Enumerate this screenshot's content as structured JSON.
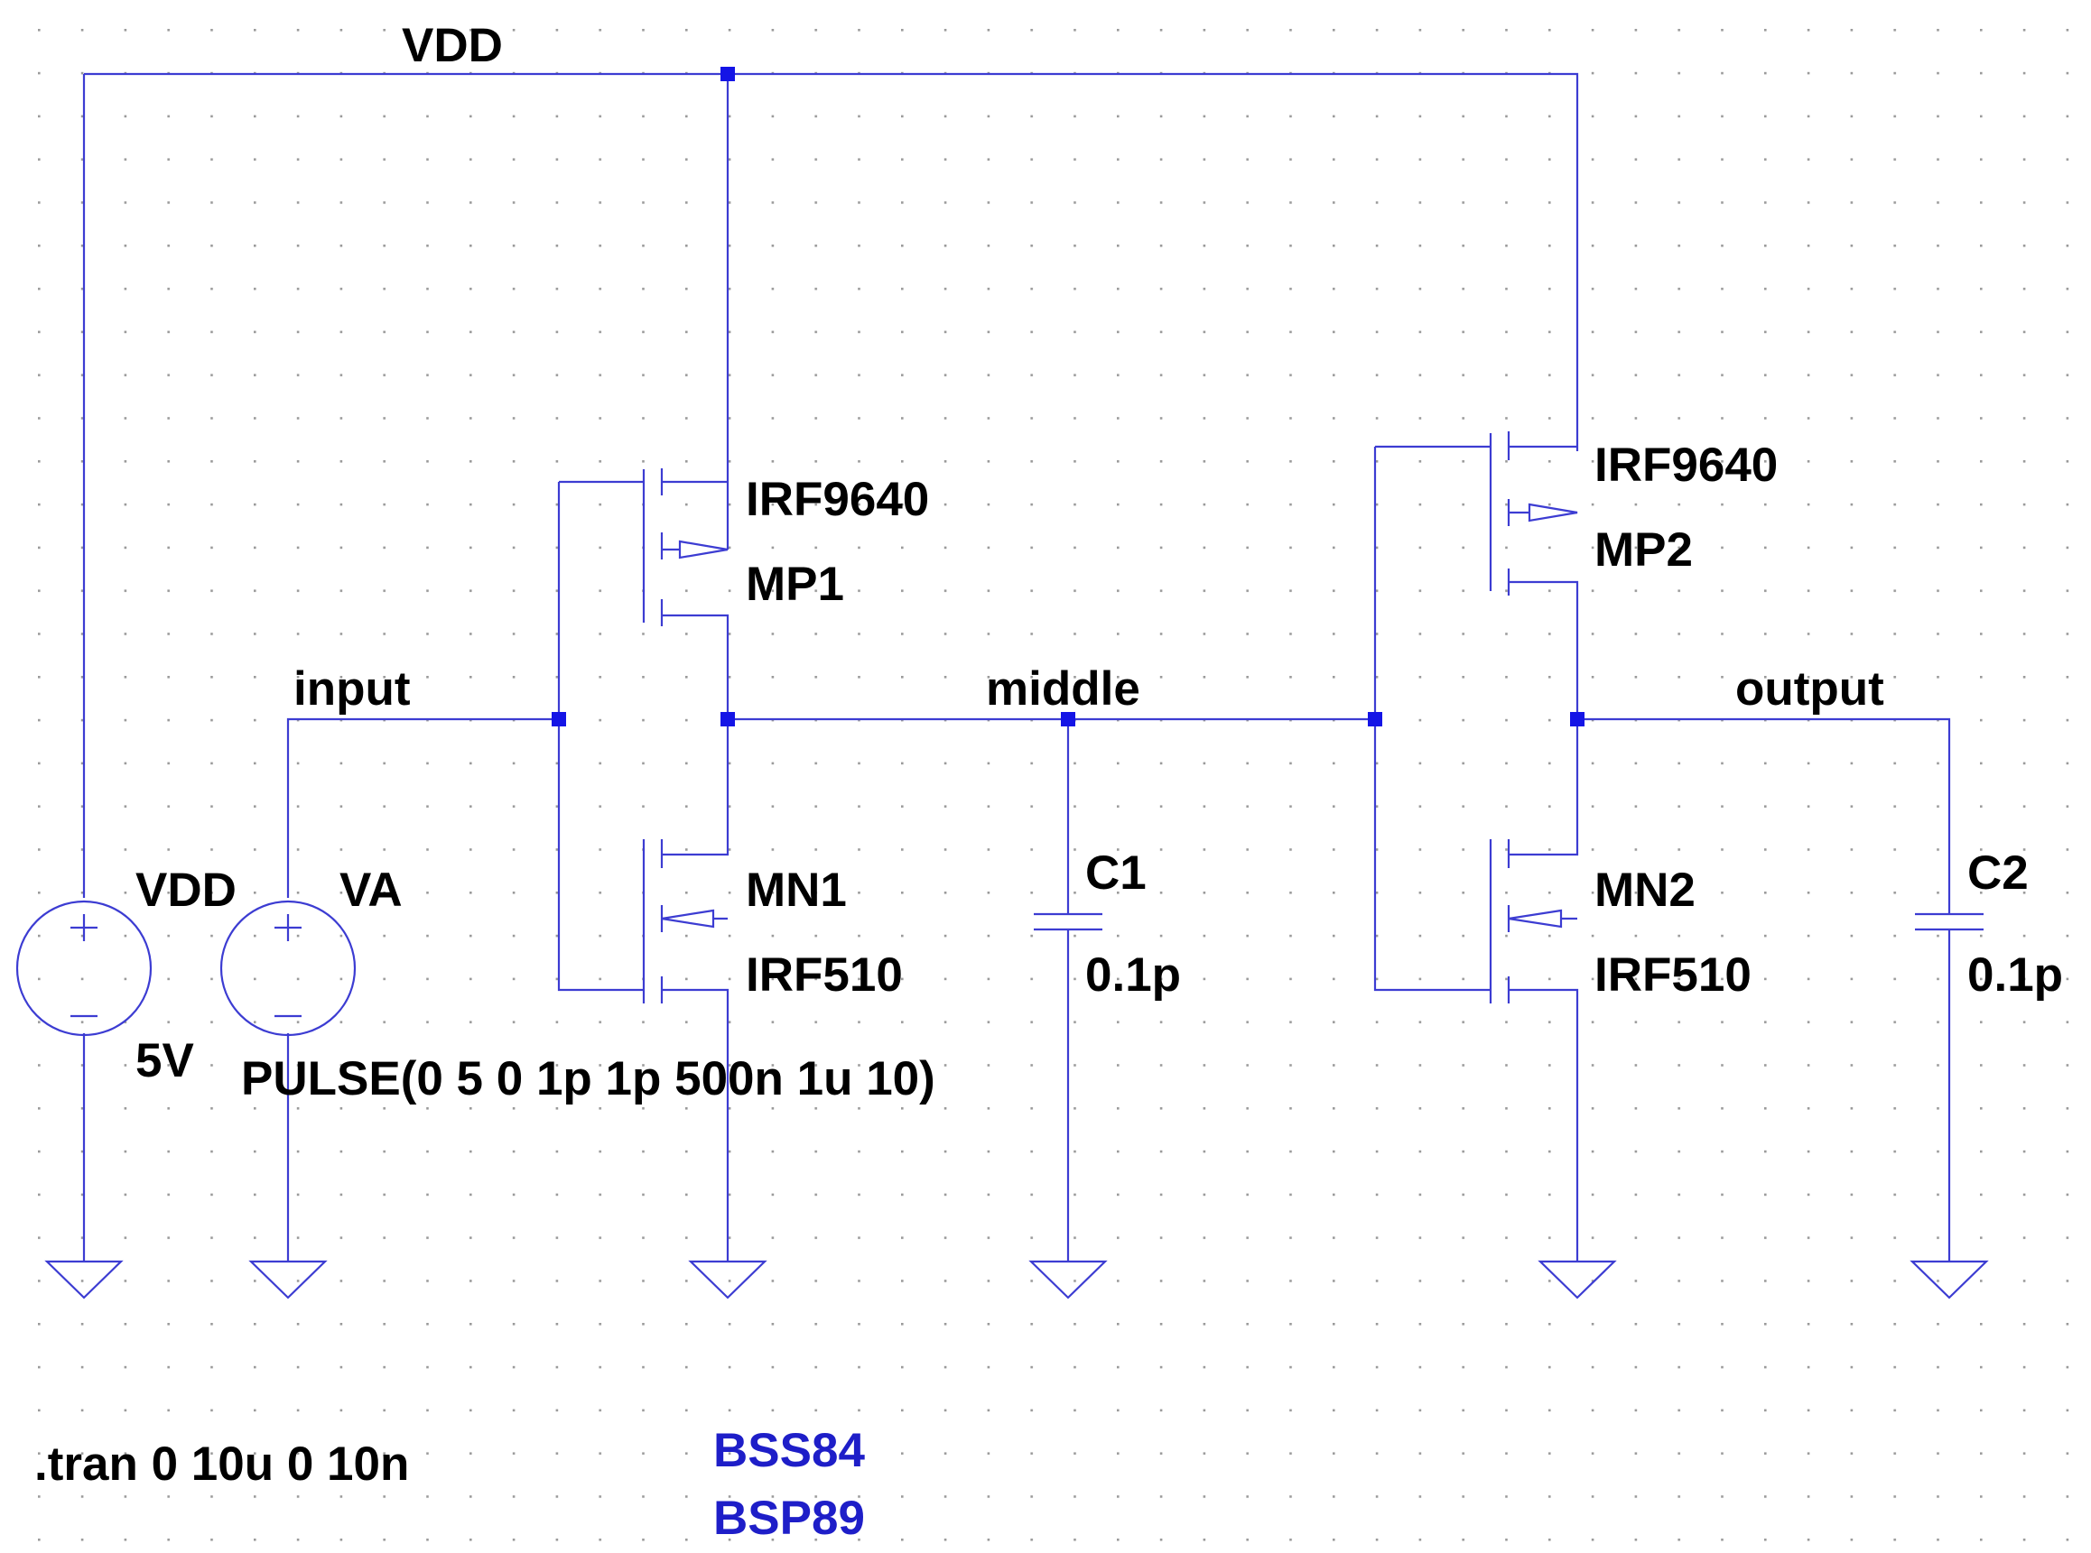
{
  "schematic": {
    "net_labels": {
      "vdd": "VDD",
      "input": "input",
      "middle": "middle",
      "output": "output"
    },
    "components": {
      "mp1": {
        "name": "MP1",
        "model": "IRF9640"
      },
      "mn1": {
        "name": "MN1",
        "model": "IRF510"
      },
      "mp2": {
        "name": "MP2",
        "model": "IRF9640"
      },
      "mn2": {
        "name": "MN2",
        "model": "IRF510"
      },
      "c1": {
        "name": "C1",
        "value": "0.1p"
      },
      "c2": {
        "name": "C2",
        "value": "0.1p"
      },
      "vdd_source": {
        "name": "VDD",
        "value": "5V"
      },
      "va_source": {
        "name": "VA",
        "value": "PULSE(0 5 0 1p 1p 500n 1u 10)"
      }
    },
    "directives": {
      "tran": ".tran 0 10u 0 10n"
    },
    "model_notes": [
      "BSS84",
      "BSP89"
    ],
    "colors": {
      "wire": "#3c3cd2",
      "junction": "#1414e6",
      "grid": "#9a9a9a",
      "label": "#000000",
      "model_note": "#1e1ec8"
    }
  }
}
